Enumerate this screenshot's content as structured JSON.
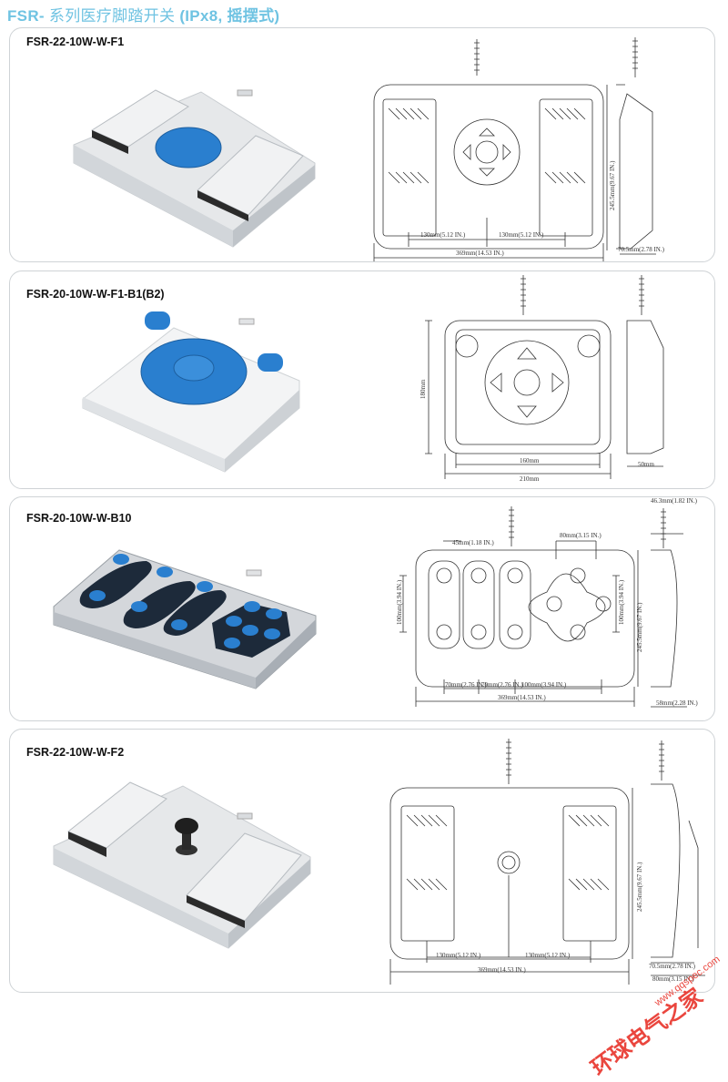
{
  "header": {
    "title_prefix": "FSR-",
    "title_main": " 系列医疗脚踏开关 ",
    "title_suffix": "(IPx8, 摇摆式)"
  },
  "products": [
    {
      "model": "FSR-22-10W-W-F1",
      "dims": {
        "w1": "130mm(5.12 IN.)",
        "w2": "130mm(5.12 IN.)",
        "total": "369mm(14.53 IN.)",
        "height": "245.5mm(9.67 IN.)",
        "depth": "70.5mm(2.78 IN.)"
      }
    },
    {
      "model": "FSR-20-10W-W-F1-B1(B2)",
      "dims": {
        "height": "180mm",
        "inner": "160mm",
        "total": "210mm",
        "depth": "50mm"
      }
    },
    {
      "model": "FSR-20-10W-W-B10",
      "dims": {
        "top1": "45mm(1.18 IN.)",
        "top2": "80mm(3.15 IN.)",
        "side": "46.3mm(1.82 IN.)",
        "left_h": "100mm(3.94 IN.)",
        "right_h": "100mm(3.94 IN.)",
        "height": "245.5mm(9.67 IN.)",
        "b1": "70mm(2.76 IN.)",
        "b2": "70mm(2.76 IN.)",
        "b3": "100mm(3.94 IN.)",
        "total": "369mm(14.53 IN.)",
        "depth": "58mm(2.28 IN.)"
      }
    },
    {
      "model": "FSR-22-10W-W-F2",
      "dims": {
        "w1": "130mm(5.12 IN.)",
        "w2": "130mm(5.12 IN.)",
        "total": "369mm(14.53 IN.)",
        "height": "245.5mm(9.67 IN.)",
        "depth1": "70.5mm(2.78 IN.)",
        "depth2": "80mm(3.15 IN.)"
      }
    }
  ],
  "watermark": {
    "cn": "环球电气之家",
    "url": "www.qqspec.com"
  },
  "colors": {
    "title": "#6fc3e2",
    "pedal_blue": "#2a7fcf",
    "line": "#333333",
    "watermark": "#e8332a"
  }
}
